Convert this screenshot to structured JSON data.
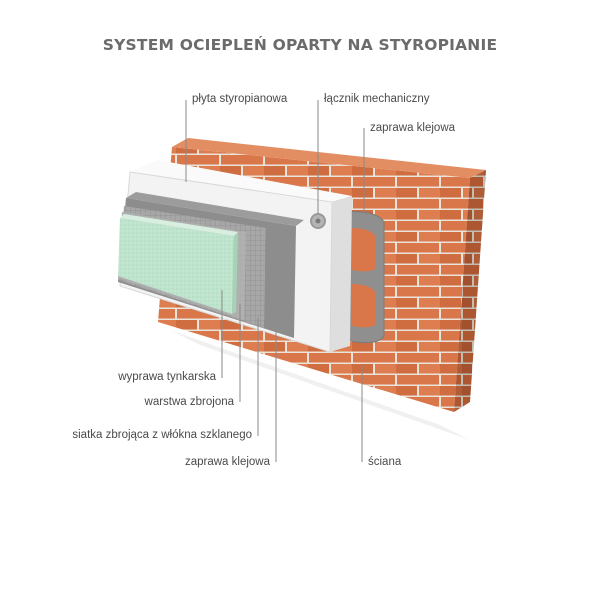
{
  "title": "SYSTEM OCIEPLEŃ OPARTY NA STYROPIANIE",
  "labels": {
    "plyta": "płyta styropianowa",
    "lacznik": "łącznik mechaniczny",
    "zaprawa_top": "zaprawa klejowa",
    "wyprawa": "wyprawa tynkarska",
    "warstwa": "warstwa zbrojona",
    "siatka": "siatka zbrojąca z włókna szklanego",
    "zaprawa_bottom": "zaprawa klejowa",
    "sciana": "ściana"
  },
  "colors": {
    "brick": "#d9764a",
    "mortar": "#e8e2d8",
    "styrofoam": "#f2f2f2",
    "adhesive": "#8c8c8c",
    "mesh": "#a9a9a9",
    "plaster": "#bfe3cc",
    "leader": "#8a8a8a"
  }
}
